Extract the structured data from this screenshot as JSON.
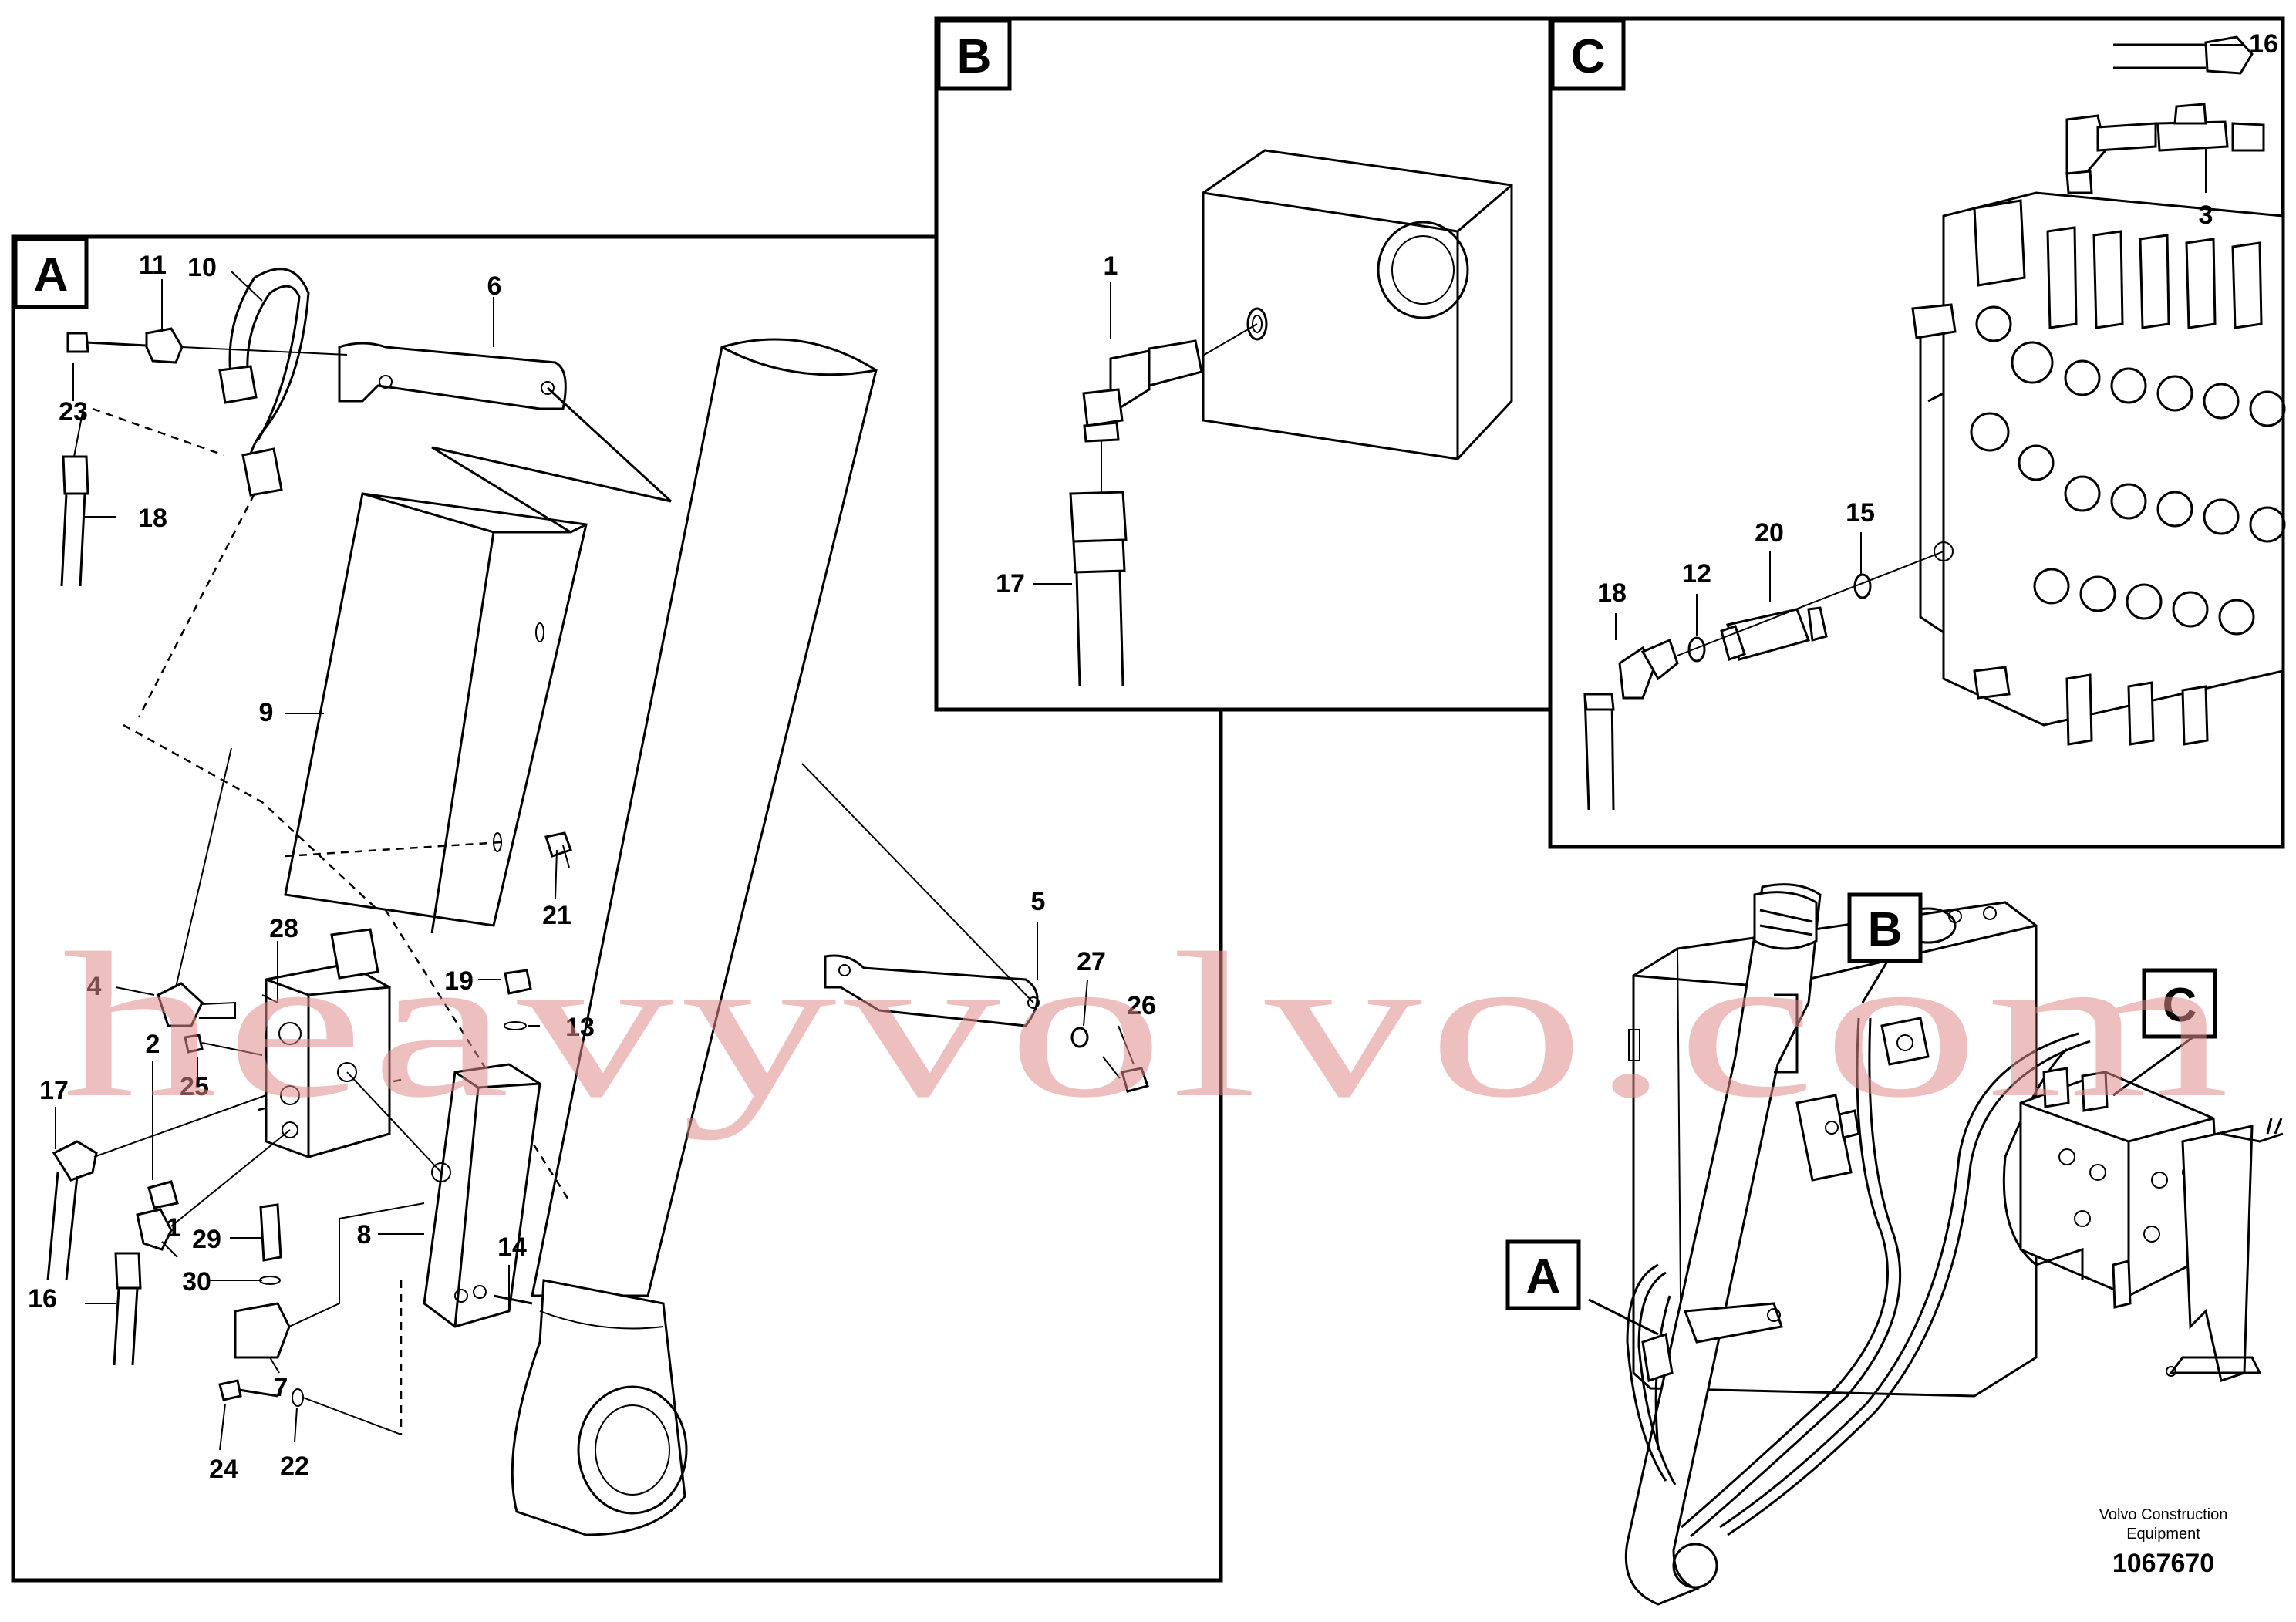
{
  "panels": {
    "a": {
      "tag": "A",
      "callouts": [
        "11",
        "10",
        "6",
        "23",
        "18",
        "9",
        "21",
        "4",
        "28",
        "5",
        "27",
        "26",
        "19",
        "13",
        "17",
        "2",
        "25",
        "1",
        "29",
        "30",
        "8",
        "14",
        "16",
        "7",
        "24",
        "22"
      ]
    },
    "b": {
      "tag": "B",
      "callouts": [
        "1",
        "17"
      ]
    },
    "c": {
      "tag": "C",
      "callouts": [
        "16",
        "3",
        "15",
        "20",
        "18",
        "12"
      ]
    }
  },
  "overview": {
    "tags": [
      "A",
      "B",
      "C"
    ]
  },
  "watermark": "heavyvolvo.com",
  "footer": {
    "maker_line1": "Volvo Construction",
    "maker_line2": "Equipment",
    "doc_number": "1067670"
  },
  "colors": {
    "line": "#000000",
    "watermark": "#e08a8a",
    "background": "#ffffff"
  }
}
